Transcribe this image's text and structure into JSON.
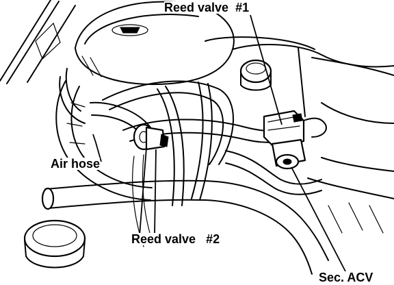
{
  "labels": {
    "reed_valve_1": "Reed valve  #1",
    "air_hose": "Air hose",
    "reed_valve_2": "Reed valve   #2",
    "sec_acv": "Sec. ACV"
  },
  "colors": {
    "ink": "#000000",
    "paper": "#ffffff"
  }
}
